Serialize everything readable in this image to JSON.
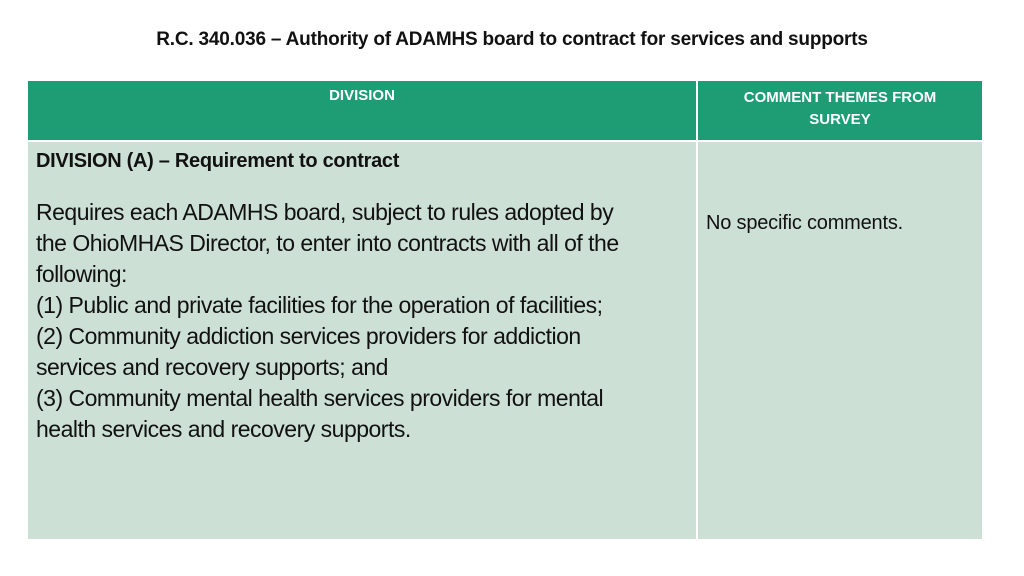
{
  "title": "R.C. 340.036 – Authority of ADAMHS board to contract for services and supports",
  "table": {
    "headers": {
      "division": "DIVISION",
      "comments": "COMMENT THEMES FROM SURVEY"
    },
    "rows": [
      {
        "heading": "DIVISION (A) – Requirement to contract",
        "lines": [
          "Requires each ADAMHS board, subject to rules adopted by",
          "the OhioMHAS Director, to enter into contracts with all of the",
          "following:",
          "(1) Public and private facilities for the operation of facilities;",
          "(2) Community addiction services providers for addiction",
          "services and recovery supports; and",
          "(3) Community mental health services providers for mental",
          "health services and recovery supports."
        ],
        "comment": "No specific comments."
      }
    ]
  },
  "colors": {
    "header_bg": "#1e9c74",
    "body_bg": "#cde0d6"
  }
}
